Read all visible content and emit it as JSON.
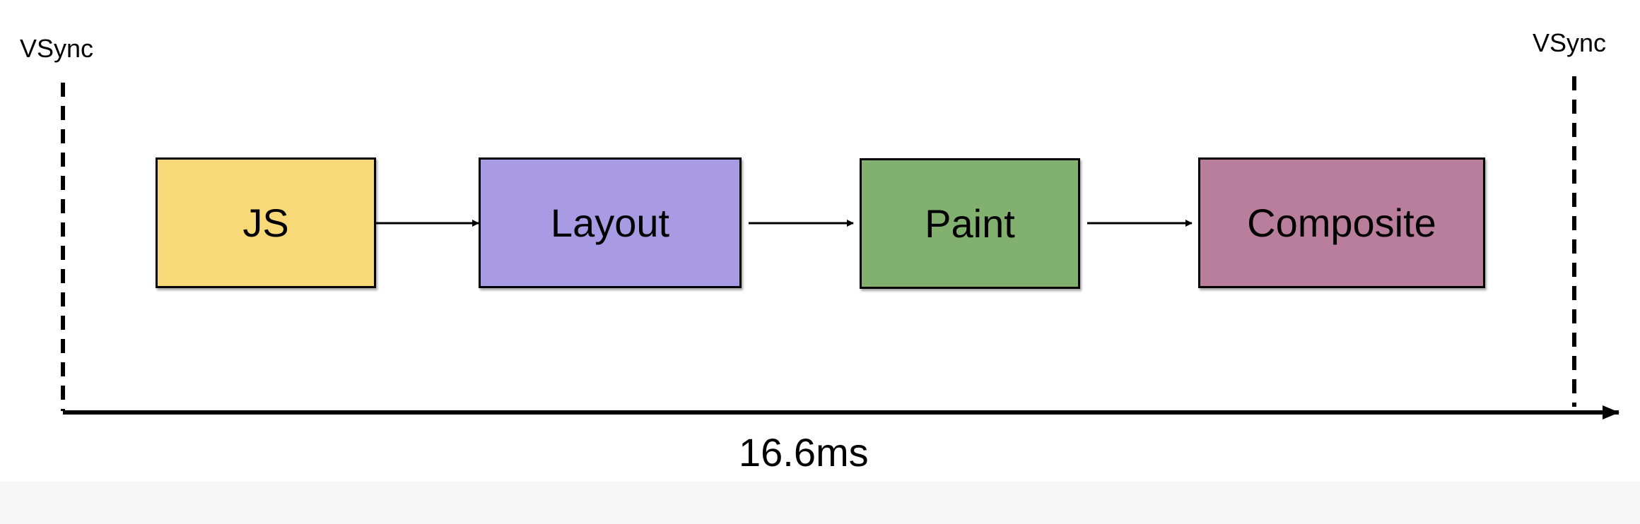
{
  "vsync_start": {
    "label": "VSync"
  },
  "vsync_end": {
    "label": "VSync"
  },
  "timeline": {
    "label": "16.6ms"
  },
  "stages": [
    {
      "label": "JS",
      "color": "#f8d978"
    },
    {
      "label": "Layout",
      "color": "#a99be3"
    },
    {
      "label": "Paint",
      "color": "#82b16f"
    },
    {
      "label": "Composite",
      "color": "#b87e9b"
    }
  ]
}
